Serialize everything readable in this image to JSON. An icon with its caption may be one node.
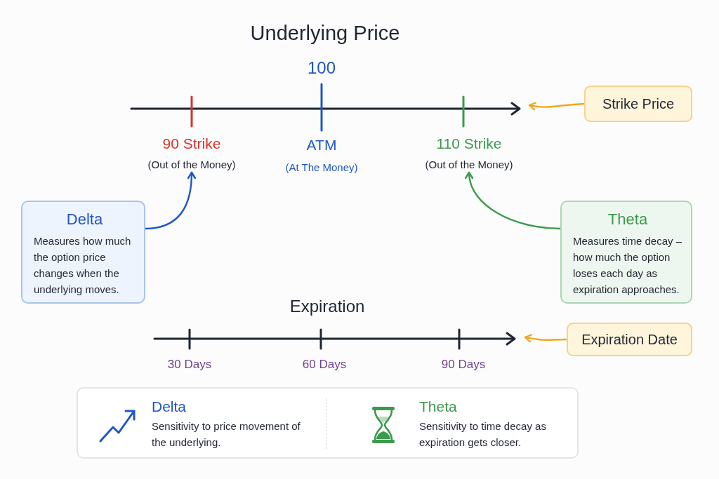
{
  "diagram": {
    "nodes": [
      {
        "text": [
          "Strike Price"
        ]
      },
      {
        "text": [
          "90 Strike",
          "(Out of the Money)"
        ]
      },
      {
        "text": [
          "110 Strike",
          "(Out of the Money)"
        ]
      },
      {
        "text": [
          "Delta",
          "Measures how much the option price changes when the underlying moves."
        ]
      },
      {
        "text": [
          "Theta",
          "Measures time decay – how much the option loses each day as expiration approaches."
        ]
      },
      {
        "text": [
          "Expiration Date"
        ]
      },
      {
        "text": [
          "Delta",
          "Sensitivity to price movement of the underlying.",
          "Theta",
          "Sensitivity to time decay as expiration gets closer."
        ]
      }
    ],
    "edges": [
      {
        "from": 0,
        "to": null,
        "arrow": "to",
        "color": "#f0a81c"
      },
      {
        "from": 3,
        "to": 1,
        "arrow": "to",
        "color": "#1f56c8"
      },
      {
        "from": 4,
        "to": 2,
        "arrow": "to",
        "color": "#3b9a4b"
      },
      {
        "from": 5,
        "to": null,
        "arrow": "to",
        "color": "#f0a81c"
      }
    ],
    "labels": [
      "Underlying Price",
      "100",
      "ATM",
      "(At The Money)",
      "Expiration",
      "30 Days",
      "60 Days",
      "90 Days"
    ]
  }
}
